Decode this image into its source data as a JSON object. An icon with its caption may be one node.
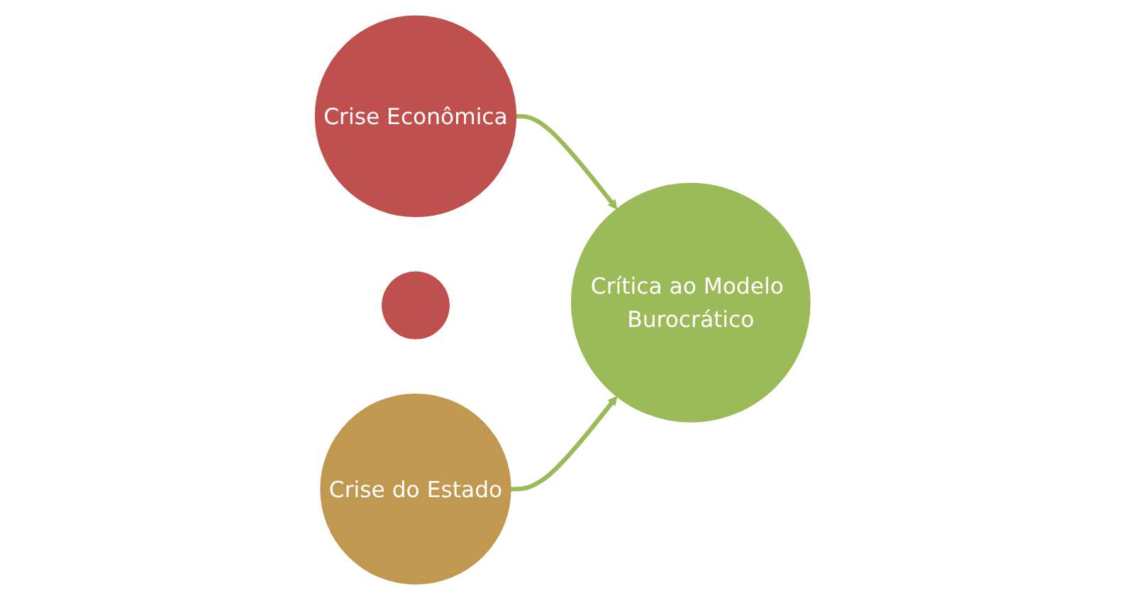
{
  "diagram": {
    "nodes": [
      {
        "text": [
          "Crise Econômica"
        ]
      },
      {
        "text": [],
        "shape": "plus"
      },
      {
        "text": [
          "Crise do Estado"
        ]
      },
      {
        "text": [
          "Crítica ao Modelo Burocrático"
        ]
      }
    ],
    "edges": [
      {
        "from": 0,
        "to": 3,
        "arrow": "to"
      },
      {
        "from": 2,
        "to": 3,
        "arrow": "to"
      }
    ]
  }
}
